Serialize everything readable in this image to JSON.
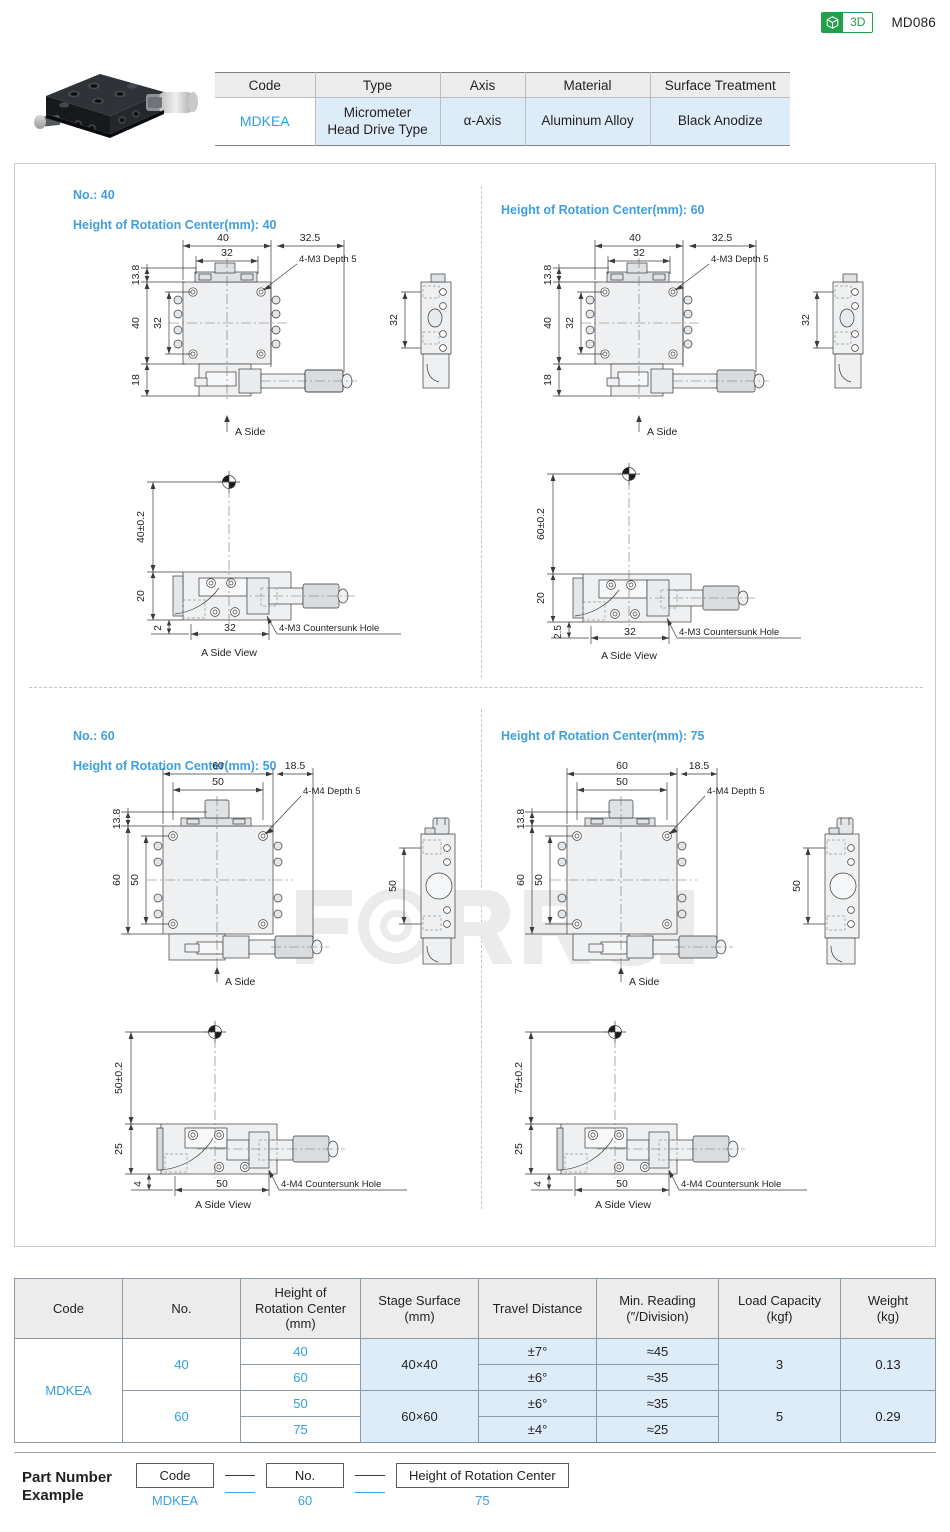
{
  "header": {
    "badge_label": "3D",
    "badge_icon": "cube-icon",
    "page_code": "MD086",
    "accent_green": "#22a04a",
    "accent_blue": "#3f9fe0"
  },
  "product_image": {
    "alt": "mdkea-goniometer-stage-photo"
  },
  "top_table": {
    "headers": [
      "Code",
      "Type",
      "Axis",
      "Material",
      "Surface Treatment"
    ],
    "row": {
      "code": "MDKEA",
      "type": "Micrometer\nHead Drive Type",
      "type_line1": "Micrometer",
      "type_line2": "Head Drive Type",
      "axis": "α-Axis",
      "material": "Aluminum Alloy",
      "surface": "Black Anodize"
    }
  },
  "drawings": [
    {
      "id": "no40-h40",
      "label_line1": "No.: 40",
      "label_line2": "Height of Rotation Center(mm): 40",
      "top_view": {
        "dims": [
          "40",
          "32.5",
          "32",
          "13.8",
          "40",
          "32",
          "18",
          "32"
        ],
        "callout": "4-M3 Depth 5",
        "arrow_label": "A Side"
      },
      "side_view": {
        "dims": [
          "40±0.2",
          "20",
          "2",
          "32"
        ],
        "callout": "4-M3 Countersunk Hole",
        "caption": "A Side View"
      }
    },
    {
      "id": "no40-h60",
      "label_line1": "",
      "label_line2": "Height of Rotation Center(mm): 60",
      "top_view": {
        "dims": [
          "40",
          "32.5",
          "32",
          "13.8",
          "40",
          "32",
          "18",
          "32"
        ],
        "callout": "4-M3 Depth 5",
        "arrow_label": "A Side"
      },
      "side_view": {
        "dims": [
          "60±0.2",
          "20",
          "2.5",
          "32"
        ],
        "callout": "4-M3 Countersunk Hole",
        "caption": "A Side View"
      }
    },
    {
      "id": "no60-h50",
      "label_line1": "No.: 60",
      "label_line2": "Height of Rotation Center(mm): 50",
      "top_view": {
        "dims": [
          "60",
          "18.5",
          "50",
          "13.8",
          "60",
          "50",
          "50"
        ],
        "callout": "4-M4 Depth 5",
        "arrow_label": "A Side"
      },
      "side_view": {
        "dims": [
          "50±0.2",
          "25",
          "4",
          "50"
        ],
        "callout": "4-M4 Countersunk Hole",
        "caption": "A Side View"
      }
    },
    {
      "id": "no60-h75",
      "label_line1": "",
      "label_line2": "Height of Rotation Center(mm): 75",
      "top_view": {
        "dims": [
          "60",
          "18.5",
          "50",
          "13.8",
          "60",
          "50",
          "50"
        ],
        "callout": "4-M4 Depth 5",
        "arrow_label": "A Side"
      },
      "side_view": {
        "dims": [
          "75±0.2",
          "25",
          "4",
          "50"
        ],
        "callout": "4-M4 Countersunk Hole",
        "caption": "A Side View"
      }
    }
  ],
  "watermark": {
    "text": "FORRUN"
  },
  "spec_table": {
    "headers": [
      "Code",
      "No.",
      "Height of\nRotation Center\n(mm)",
      "Stage Surface\n(mm)",
      "Travel Distance",
      "Min. Reading\n(″/Division)",
      "Load Capacity\n(kgf)",
      "Weight\n(kg)"
    ],
    "headers_split": {
      "h3": [
        "Height of",
        "Rotation Center",
        "(mm)"
      ],
      "h4": [
        "Stage Surface",
        "(mm)"
      ],
      "h5": [
        "Travel Distance"
      ],
      "h6": [
        "Min. Reading",
        "(″/Division)"
      ],
      "h7": [
        "Load Capacity",
        "(kgf)"
      ],
      "h8": [
        "Weight",
        "(kg)"
      ]
    },
    "code": "MDKEA",
    "rows": [
      {
        "no": "40",
        "height": "40",
        "stage": "40×40",
        "travel": "±7°",
        "reading": "≈45",
        "load": "3",
        "weight": "0.13"
      },
      {
        "no": "40",
        "height": "60",
        "stage": "40×40",
        "travel": "±6°",
        "reading": "≈35",
        "load": "3",
        "weight": "0.13"
      },
      {
        "no": "60",
        "height": "50",
        "stage": "60×60",
        "travel": "±6°",
        "reading": "≈35",
        "load": "5",
        "weight": "0.29"
      },
      {
        "no": "60",
        "height": "75",
        "stage": "60×60",
        "travel": "±4°",
        "reading": "≈25",
        "load": "5",
        "weight": "0.29"
      }
    ]
  },
  "part_number": {
    "label_line1": "Part Number",
    "label_line2": "Example",
    "slots": [
      {
        "box": "Code",
        "value": "MDKEA"
      },
      {
        "box": "No.",
        "value": "60"
      },
      {
        "box": "Height of Rotation Center",
        "value": "75"
      }
    ]
  }
}
